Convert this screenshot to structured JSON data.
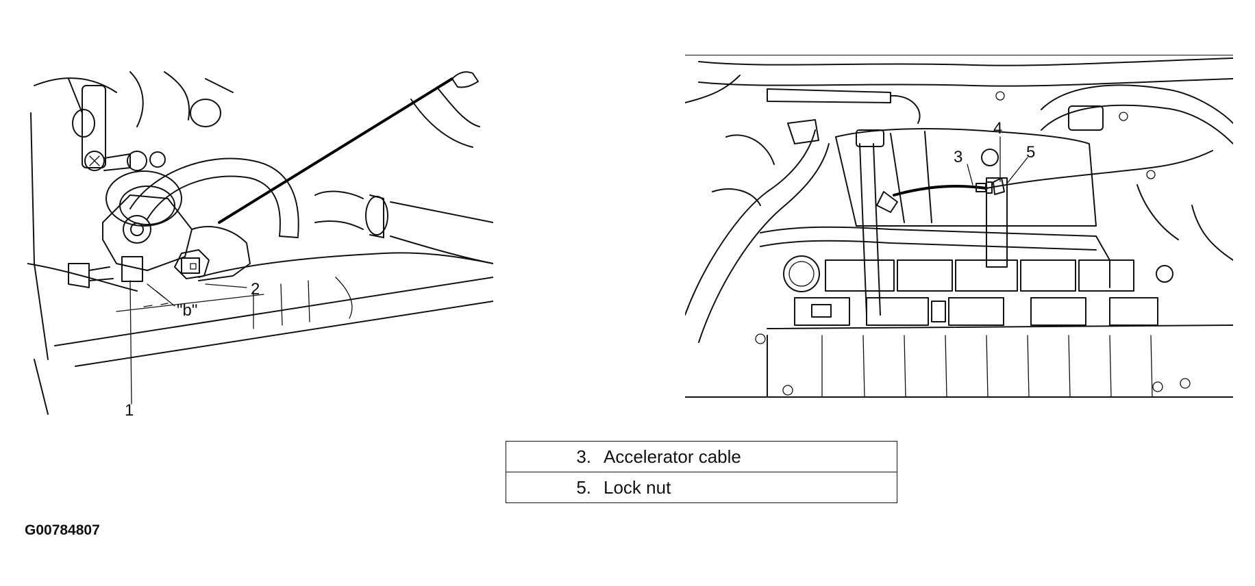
{
  "figure_code": "G00784807",
  "left_diagram": {
    "callouts": [
      "1",
      "2",
      "\"b\""
    ]
  },
  "right_diagram": {
    "callouts": [
      "3",
      "4",
      "5"
    ]
  },
  "legend": [
    {
      "number": "3.",
      "label": "Accelerator cable"
    },
    {
      "number": "5.",
      "label": "Lock nut"
    }
  ]
}
